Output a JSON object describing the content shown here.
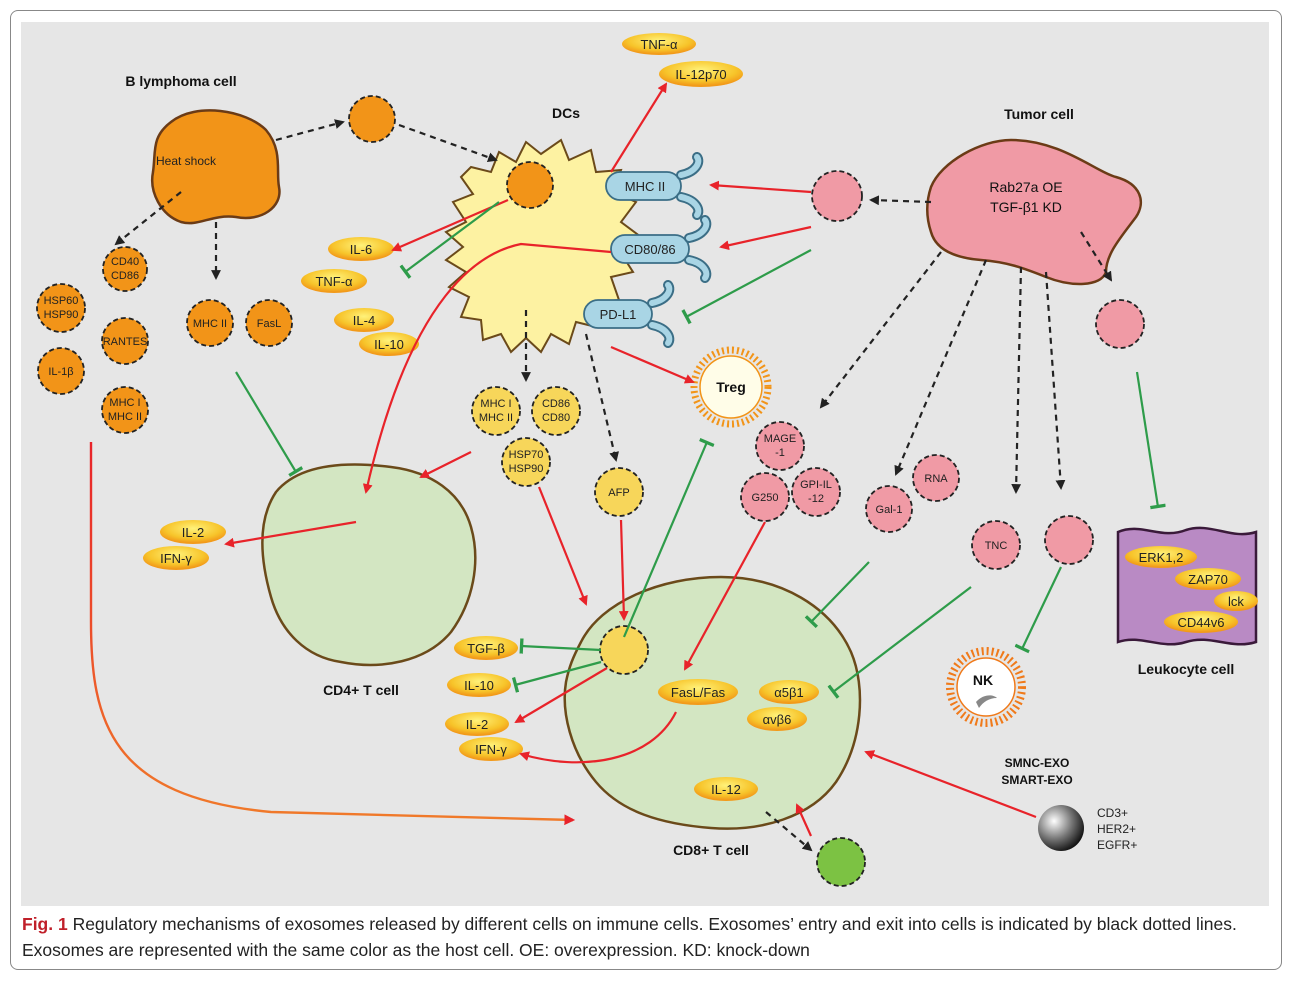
{
  "cells": {
    "b_lymphoma": "B lymphoma cell",
    "heat_shock": "Heat shock",
    "dcs": "DCs",
    "tumor": "Tumor cell",
    "tumor_line1": "Rab27a OE",
    "tumor_line2": "TGF-β1 KD",
    "cd4": "CD4+ T cell",
    "cd8": "CD8+ T cell",
    "leukocyte": "Leukocyte cell",
    "treg": "Treg",
    "nk": "NK",
    "smnc": "SMNC-EXO",
    "smart": "SMART-EXO",
    "smart_markers": [
      "CD3+",
      "HER2+",
      "EGFR+"
    ]
  },
  "receptors": {
    "mhc2": "MHC II",
    "cd80": "CD80/86",
    "pdl1": "PD-L1"
  },
  "orange_exosomes": {
    "cd40_cd86": [
      "CD40",
      "CD86"
    ],
    "hsp": [
      "HSP60",
      "HSP90"
    ],
    "rantes": "RANTES",
    "il1b": "IL-1β",
    "mhc": [
      "MHC I",
      "MHC II"
    ],
    "mhc2": "MHC II",
    "fasl": "FasL"
  },
  "yellow_exosomes": {
    "mhc": [
      "MHC I",
      "MHC II"
    ],
    "cd86_cd80": [
      "CD86",
      "CD80"
    ],
    "hsp": [
      "HSP70",
      "HSP90"
    ],
    "afp": "AFP"
  },
  "pink_exosomes": {
    "mage": [
      "MAGE",
      "-1"
    ],
    "g250": "G250",
    "gpi": [
      "GPI-IL",
      "-12"
    ],
    "gal1": "Gal-1",
    "rna": "RNA",
    "tnc": "TNC"
  },
  "cytokines": {
    "tnfa_top": "TNF-α",
    "il12p70": "IL-12p70",
    "il6": "IL-6",
    "tnfa_dc": "TNF-α",
    "il4": "IL-4",
    "il10_dc": "IL-10",
    "il2_cd4": "IL-2",
    "ifng_cd4": "IFN-γ",
    "tgfb": "TGF-β",
    "il10_cd8": "IL-10",
    "il2_cd8": "IL-2",
    "ifng_cd8": "IFN-γ",
    "fasl_fas": "FasL/Fas",
    "a5b1": "α5β1",
    "avb6": "αvβ6",
    "il12": "IL-12",
    "erk": "ERK1,2",
    "zap70": "ZAP70",
    "lck": "lck",
    "cd44v6": "CD44v6"
  },
  "caption": {
    "label": "Fig. 1",
    "text": " Regulatory mechanisms of exosomes released by different cells on immune cells. Exosomes’ entry and exit into cells is indicated by black dotted lines. Exosomes are represented with the same color as the host cell. OE: overexpression. KD: knock-down"
  },
  "colors": {
    "background": "#e6e6e6",
    "orange": "#f29418",
    "yellow_cell": "#fdf2a2",
    "yellow_exo": "#f7d65a",
    "pink": "#f09aa5",
    "green_cell": "#d3e6c2",
    "purple": "#b98ac4",
    "activation": "#e8232a",
    "inhibition": "#2e9c4a"
  }
}
